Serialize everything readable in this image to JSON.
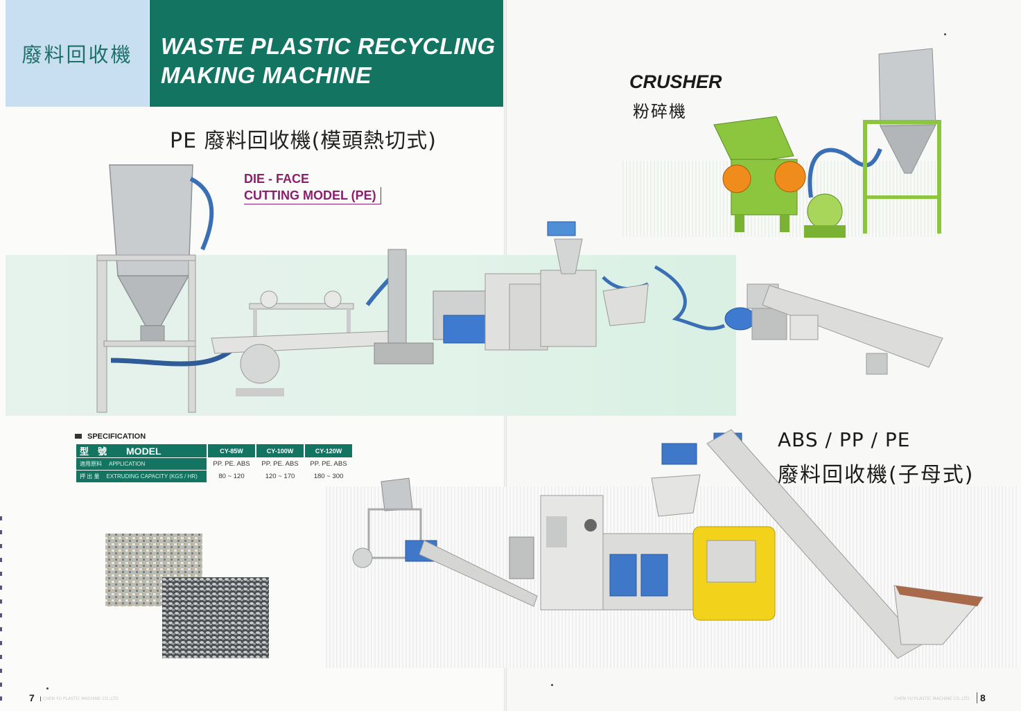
{
  "header": {
    "cn_title": "廢料回收機",
    "en_title_line1": "WASTE PLASTIC RECYCLING",
    "en_title_line2": "MAKING MACHINE"
  },
  "pe_section": {
    "cn_title": "PE 廢料回收機(模頭熱切式)",
    "model_line1": "DIE - FACE",
    "model_line2": "CUTTING MODEL (PE)"
  },
  "crusher": {
    "en_title": "CRUSHER",
    "cn_title": "粉碎機"
  },
  "abs_section": {
    "en_title": "ABS / PP / PE",
    "cn_title": "廢料回收機(子母式)"
  },
  "specification": {
    "heading": "SPECIFICATION",
    "model_cn": "型　號",
    "model_en": "MODEL",
    "models": [
      "CY-85W",
      "CY-100W",
      "CY-120W"
    ],
    "rows": [
      {
        "label_cn": "適用原料",
        "label_en": "APPLICATION",
        "values": [
          "PP. PE. ABS",
          "PP. PE. ABS",
          "PP. PE. ABS"
        ]
      },
      {
        "label_cn": "押 出 量",
        "label_en": "EXTRUDING CAPACITY (KGS / HR)",
        "values": [
          "80 ~ 120",
          "120 ~ 170",
          "180 ~ 300"
        ]
      }
    ]
  },
  "footer": {
    "page_left": "7",
    "page_right": "8",
    "company_left": "CHEN YU PLASTIC MACHINE CO.,LTD",
    "company_right": "CHEN YU PLASTIC MACHINE CO.,LTD"
  },
  "colors": {
    "brand_green": "#137462",
    "header_light_blue": "#c7dff0",
    "accent_magenta": "#8b1f6e",
    "machine_yellow": "#f2d21a",
    "machine_blue": "#3f77c9",
    "crusher_green": "#8cc63f"
  }
}
